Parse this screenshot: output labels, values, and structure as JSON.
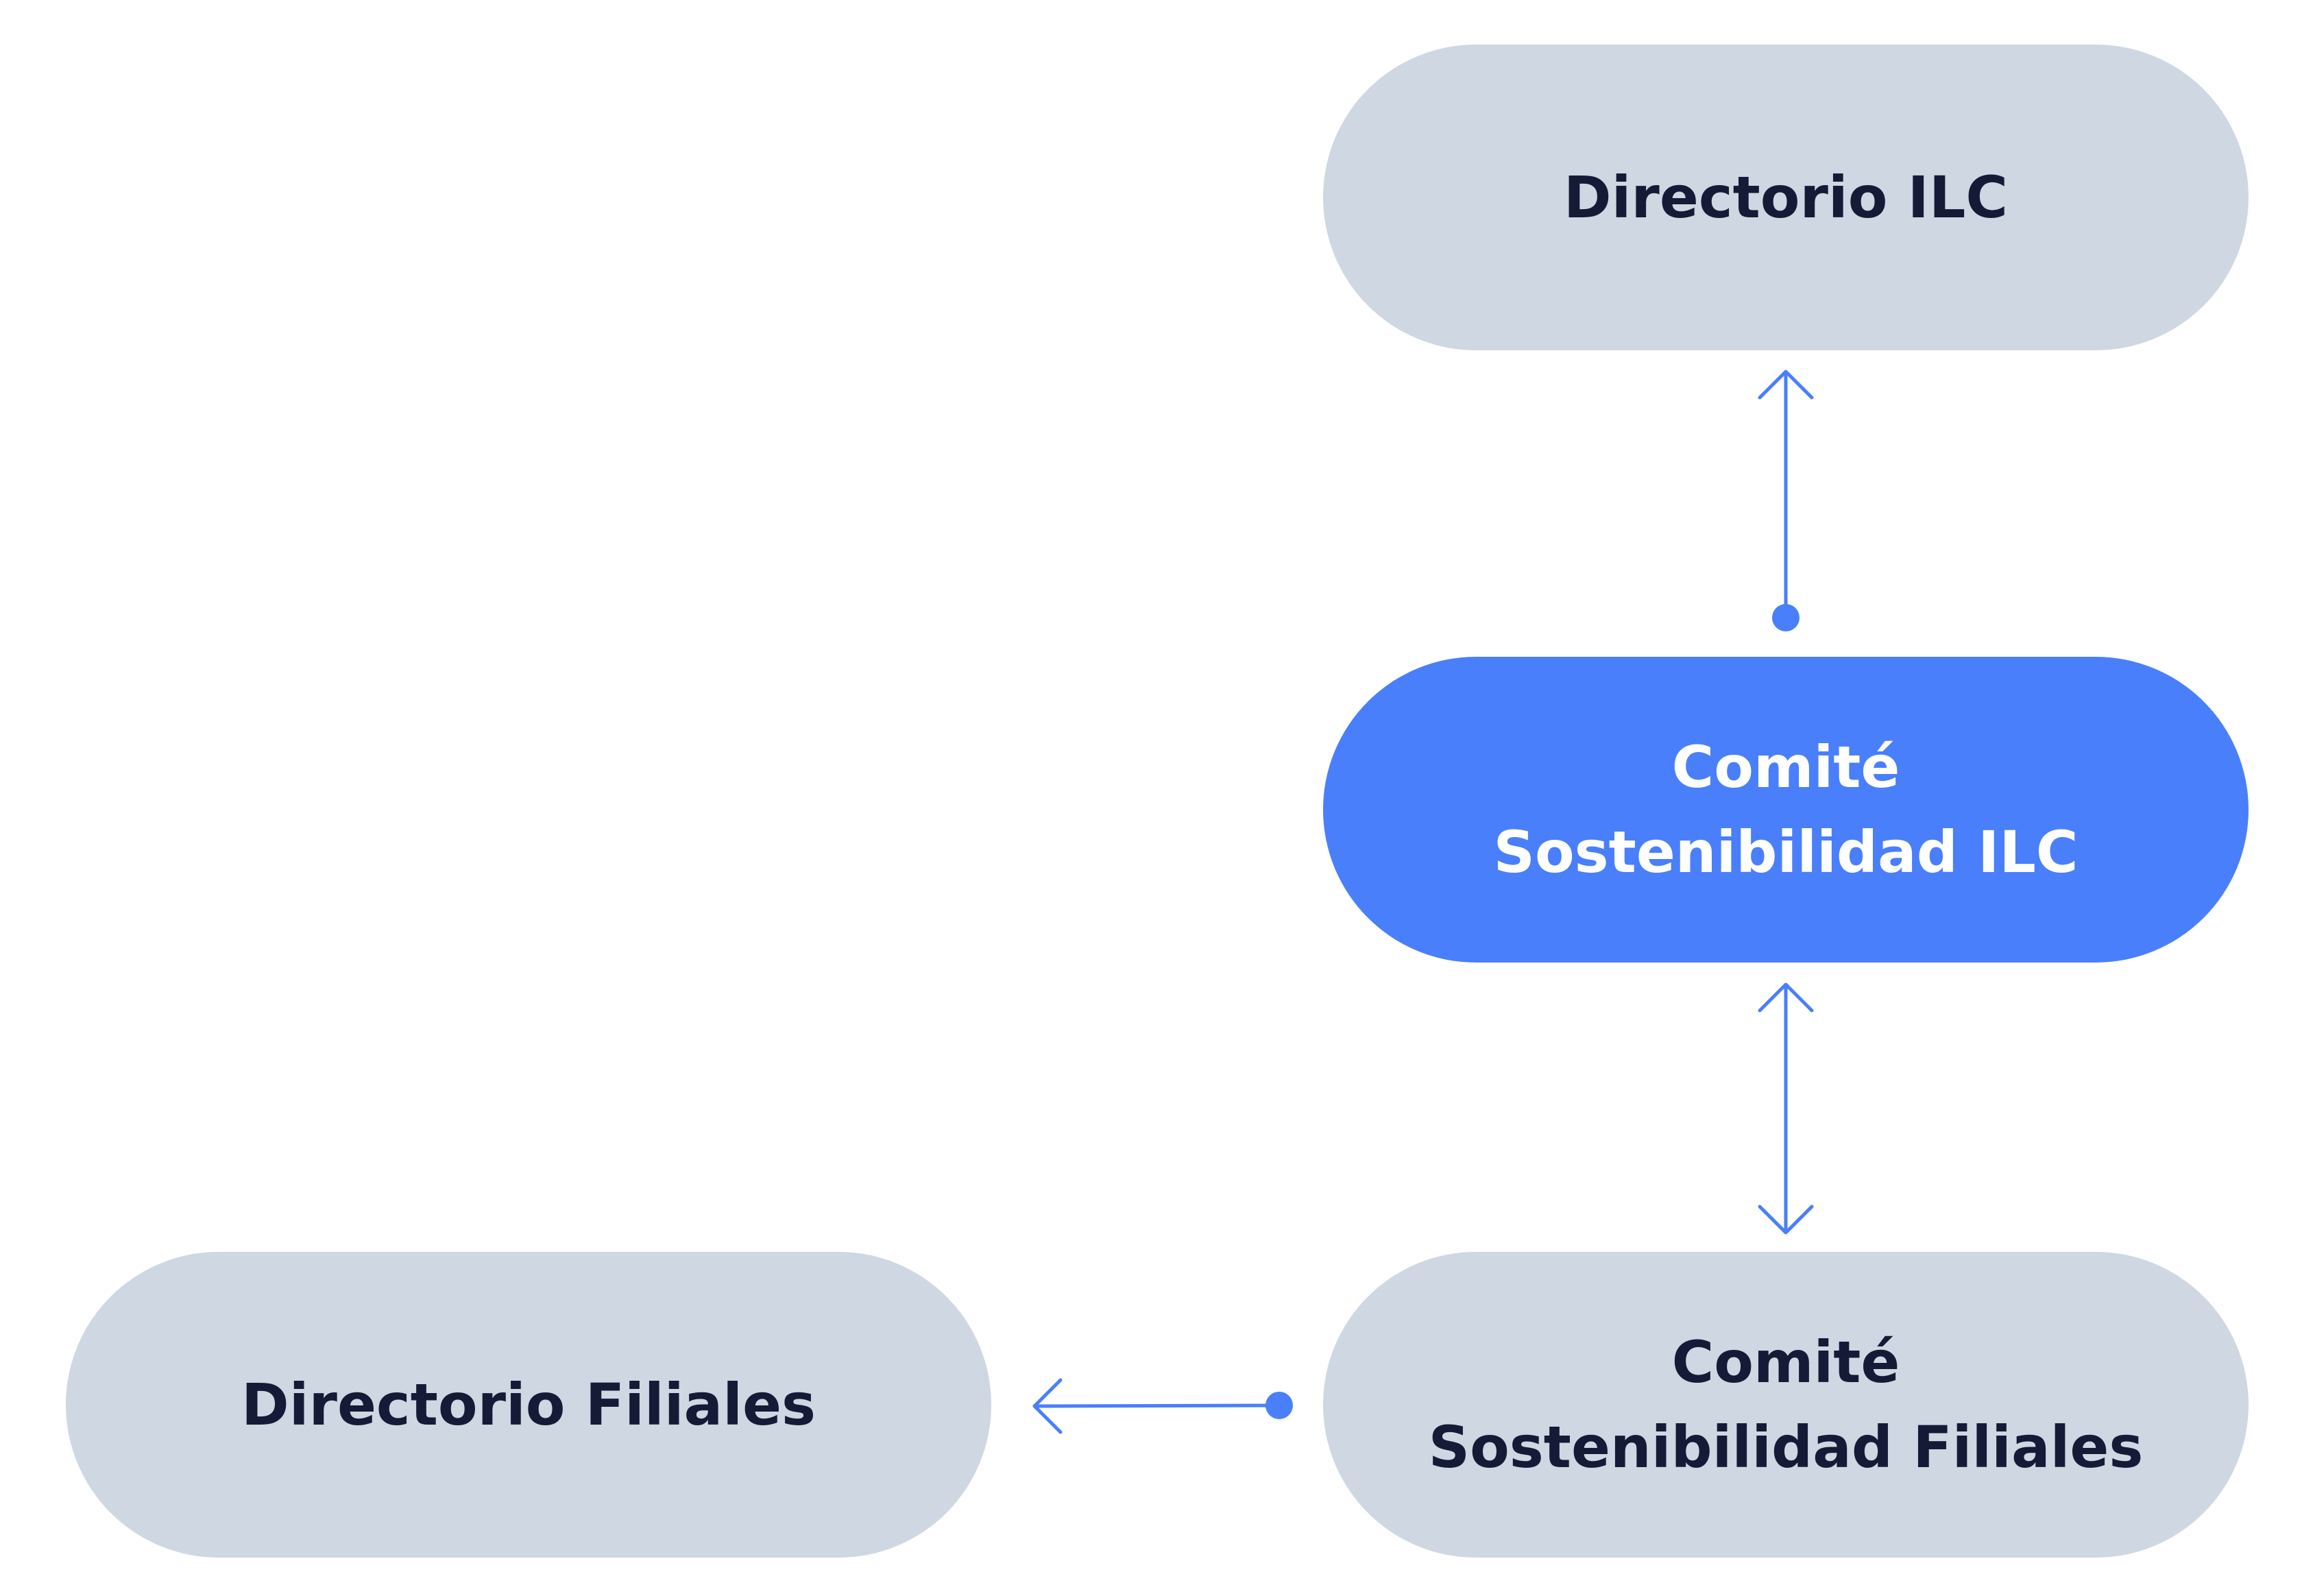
{
  "colors": {
    "neutral": "#cfd7e2",
    "accent": "#497ffb",
    "text_dark": "#151b36",
    "text_light": "#ffffff"
  },
  "nodes": {
    "directorio_ilc": {
      "lines": [
        "Directorio ILC"
      ]
    },
    "comite_ilc": {
      "lines": [
        "Comité",
        "Sostenibilidad ILC"
      ]
    },
    "comite_filiales": {
      "lines": [
        "Comité",
        "Sostenibilidad Filiales"
      ]
    },
    "directorio_filiales": {
      "lines": [
        "Directorio Filiales"
      ]
    }
  },
  "edges": [
    {
      "from": "comite_ilc",
      "to": "directorio_ilc",
      "style": "dot-to-arrow"
    },
    {
      "from": "comite_ilc",
      "to": "comite_filiales",
      "style": "double-arrow"
    },
    {
      "from": "comite_filiales",
      "to": "directorio_filiales",
      "style": "dot-to-arrow"
    }
  ]
}
